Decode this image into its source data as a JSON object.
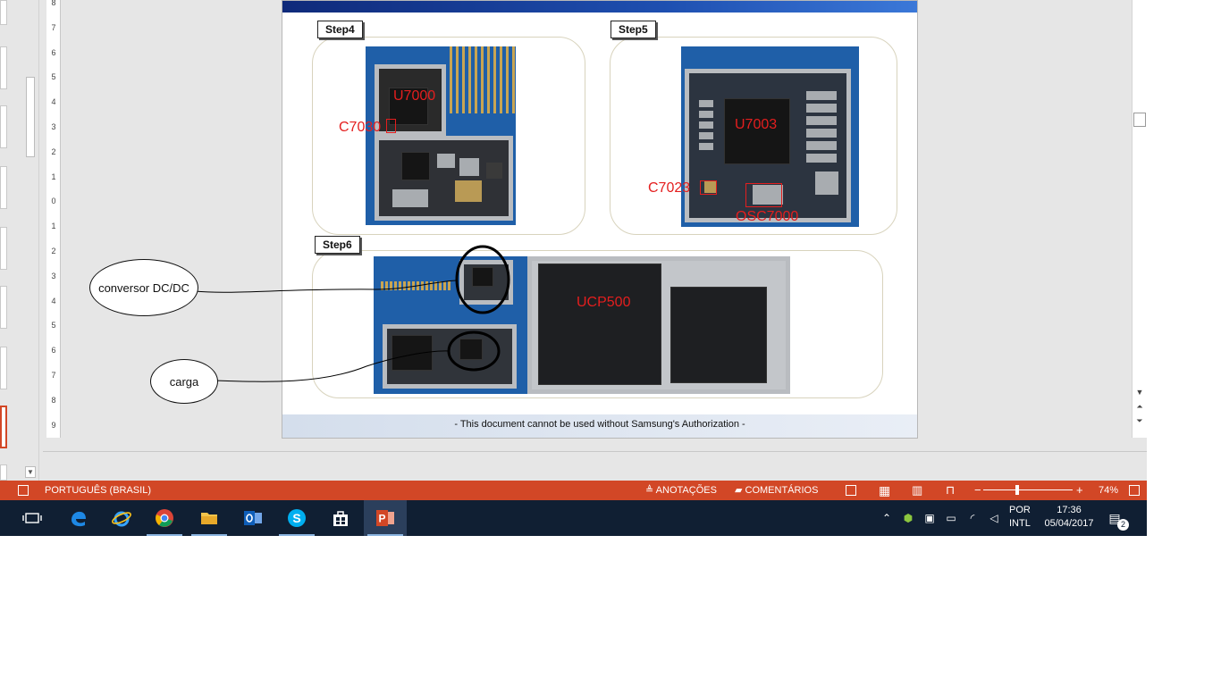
{
  "slide": {
    "step4_label": "Step4",
    "step5_label": "Step5",
    "step6_label": "Step6",
    "step4": {
      "chip_label": "U7000",
      "cap_label": "C7030"
    },
    "step5": {
      "chip_label": "U7003",
      "cap_label": "C7023",
      "osc_label": "OSC7000"
    },
    "step6": {
      "chip_label": "UCP500"
    },
    "footer": "- This document cannot be used without Samsung's Authorization -"
  },
  "callouts": {
    "dc": "conversor DC/DC",
    "charge": "carga"
  },
  "ruler": {
    "ticks": [
      "8",
      "7",
      "6",
      "5",
      "4",
      "3",
      "2",
      "1",
      "0",
      "1",
      "2",
      "3",
      "4",
      "5",
      "6",
      "7",
      "8",
      "9"
    ]
  },
  "statusbar": {
    "language": "PORTUGUÊS (BRASIL)",
    "notes": "ANOTAÇÕES",
    "comments": "COMENTÁRIOS",
    "zoom": "74%",
    "zoom_fraction": 0.38
  },
  "taskbar": {
    "apps": [
      "task-view",
      "edge",
      "internet-explorer",
      "chrome",
      "file-explorer",
      "outlook",
      "skype",
      "store",
      "powerpoint"
    ],
    "lang_top": "POR",
    "lang_bottom": "INTL",
    "time": "17:36",
    "date": "05/04/2017",
    "notifications": "2"
  },
  "colors": {
    "accent": "#d24726",
    "taskbar": "#101f33",
    "annotation_red": "#e41e1e"
  }
}
